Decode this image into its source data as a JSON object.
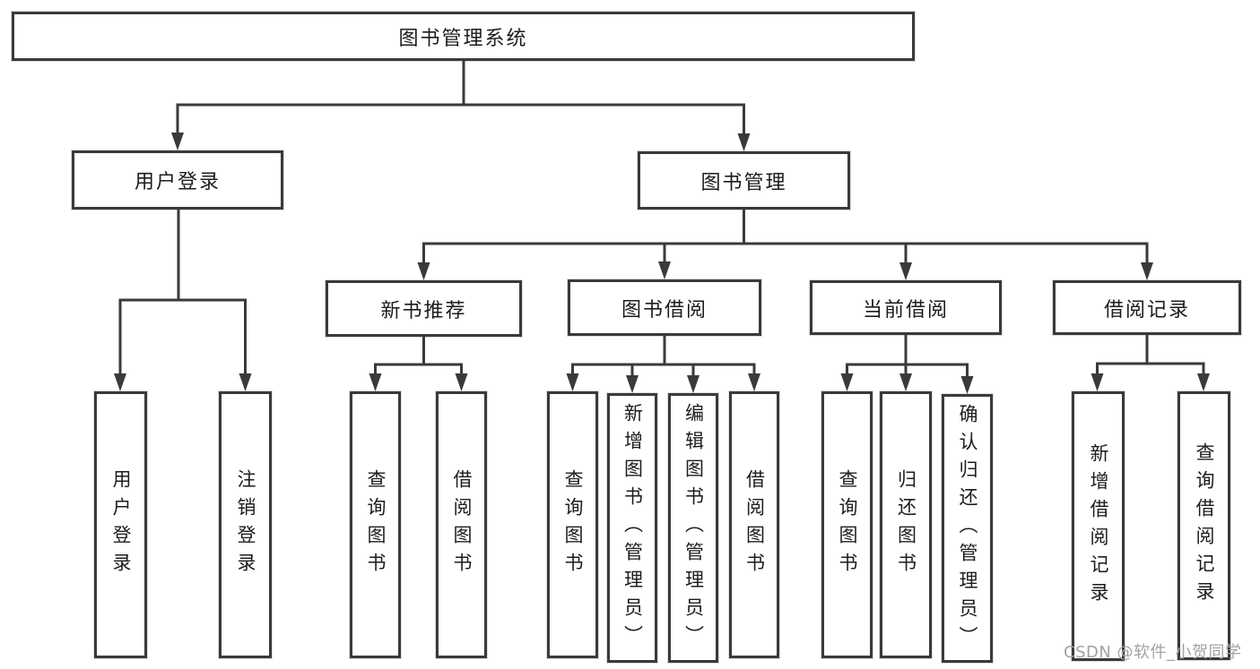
{
  "diagram": {
    "root": {
      "label": "图书管理系统"
    },
    "branches": [
      {
        "label": "用户登录",
        "children": [
          {
            "label": "用户登录"
          },
          {
            "label": "注销登录"
          }
        ]
      },
      {
        "label": "图书管理",
        "children": [
          {
            "label": "新书推荐",
            "children": [
              {
                "label": "查询图书"
              },
              {
                "label": "借阅图书"
              }
            ]
          },
          {
            "label": "图书借阅",
            "children": [
              {
                "label": "查询图书"
              },
              {
                "label": "新增图书（管理员）"
              },
              {
                "label": "编辑图书（管理员）"
              },
              {
                "label": "借阅图书"
              }
            ]
          },
          {
            "label": "当前借阅",
            "children": [
              {
                "label": "查询图书"
              },
              {
                "label": "归还图书"
              },
              {
                "label": "确认归还（管理员）"
              }
            ]
          },
          {
            "label": "借阅记录",
            "children": [
              {
                "label": "新增借阅记录"
              },
              {
                "label": "查询借阅记录"
              }
            ]
          }
        ]
      }
    ]
  },
  "watermark": {
    "text": "CSDN @软件_小贺同学"
  },
  "colors": {
    "line": "#3a3a3a",
    "box_border": "#3a3a3a",
    "box_fill": "#ffffff",
    "text": "#1c1c1c",
    "background": "#ffffff",
    "watermark": "#a3a3a3"
  }
}
